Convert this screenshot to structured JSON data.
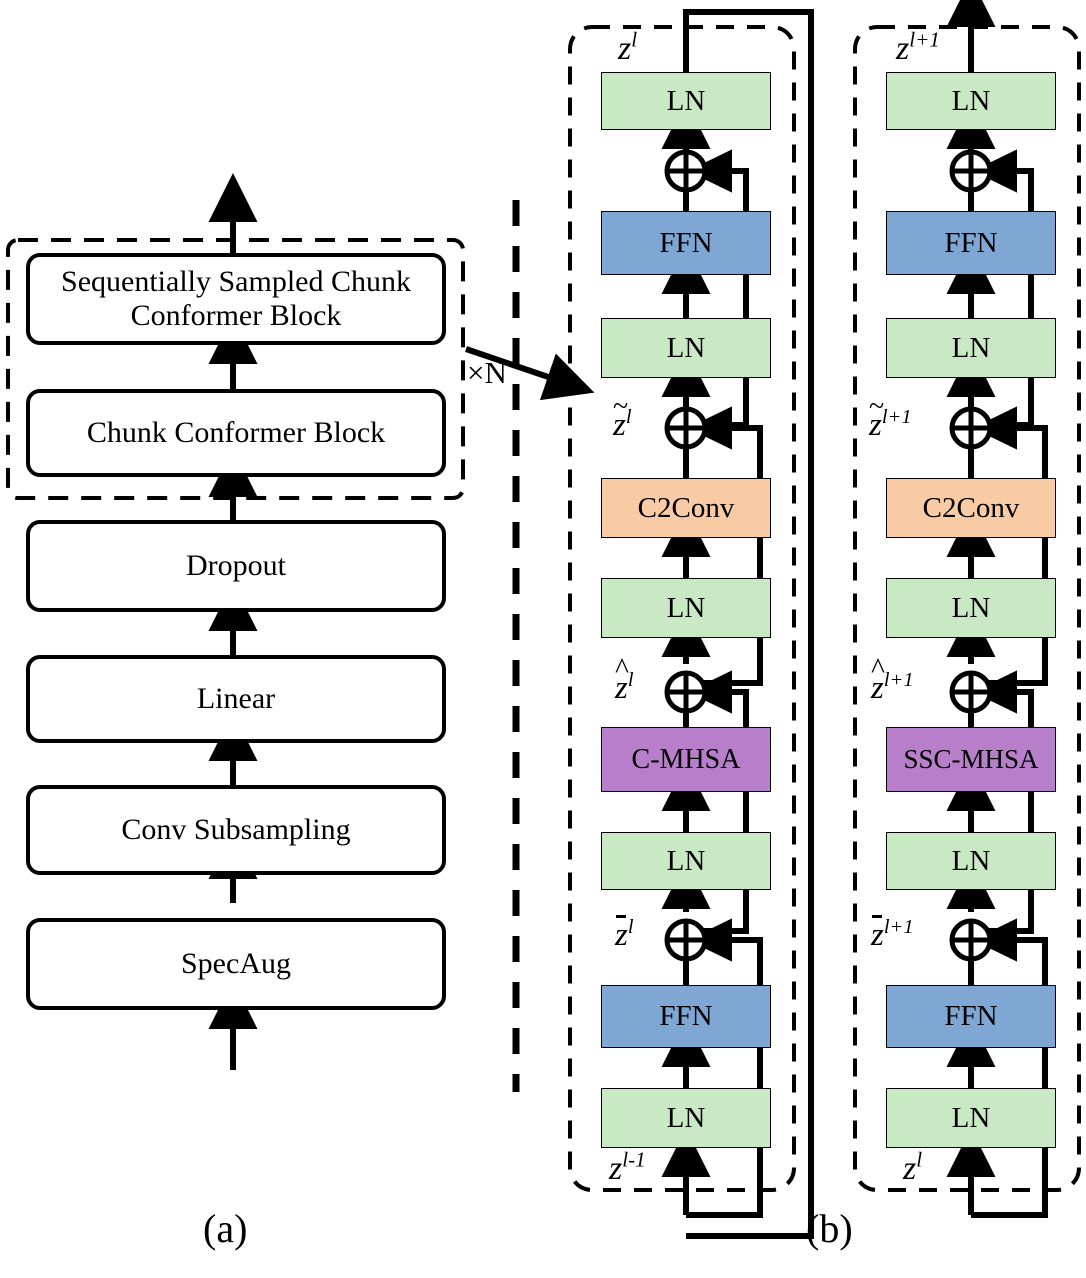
{
  "figure": {
    "captions": [
      {
        "id": "cap-a",
        "text": "(a)"
      },
      {
        "id": "cap-b",
        "text": "(b)"
      }
    ],
    "repeat_label": "×N"
  },
  "panel_a": {
    "name": "encoder-frontend-stack",
    "dashed_group_items": [
      {
        "id": "sequentially-sampled-chunk-conformer-block",
        "label": "Sequentially Sampled Chunk Conformer Block"
      },
      {
        "id": "chunk-conformer-block",
        "label": "Chunk Conformer Block"
      }
    ],
    "blocks": [
      {
        "id": "dropout",
        "label": "Dropout"
      },
      {
        "id": "linear",
        "label": "Linear"
      },
      {
        "id": "conv-subsampling",
        "label": "Conv Subsampling"
      },
      {
        "id": "specaug",
        "label": "SpecAug"
      }
    ]
  },
  "panel_b": {
    "name": "conformer-block-detail",
    "columns": [
      {
        "id": "layer-l",
        "input_label": "z",
        "input_sup": "l-1",
        "output_label": "z",
        "output_sup": "l",
        "intermediate_labels": [
          {
            "id": "zbar-l",
            "base": "z",
            "sup": "l",
            "accent": "bar"
          },
          {
            "id": "zhat-l",
            "base": "z",
            "sup": "l",
            "accent": "hat"
          },
          {
            "id": "ztilde-l",
            "base": "z",
            "sup": "l",
            "accent": "tilde"
          }
        ],
        "blocks": [
          {
            "id": "ln-1",
            "label": "LN",
            "color": "#c9e8c4"
          },
          {
            "id": "ffn-1",
            "label": "FFN",
            "color": "#7ea7d4"
          },
          {
            "id": "ln-2",
            "label": "LN",
            "color": "#c9e8c4"
          },
          {
            "id": "mhsa",
            "label": "C-MHSA",
            "color": "#b77fca"
          },
          {
            "id": "ln-3",
            "label": "LN",
            "color": "#c9e8c4"
          },
          {
            "id": "conv",
            "label": "C2Conv",
            "color": "#f9cba4"
          },
          {
            "id": "ln-4",
            "label": "LN",
            "color": "#c9e8c4"
          },
          {
            "id": "ffn-2",
            "label": "FFN",
            "color": "#7ea7d4"
          },
          {
            "id": "ln-5",
            "label": "LN",
            "color": "#c9e8c4"
          }
        ]
      },
      {
        "id": "layer-l-plus-1",
        "input_label": "z",
        "input_sup": "l",
        "output_label": "z",
        "output_sup": "l+1",
        "intermediate_labels": [
          {
            "id": "zbar-l1",
            "base": "z",
            "sup": "l+1",
            "accent": "bar"
          },
          {
            "id": "zhat-l1",
            "base": "z",
            "sup": "l+1",
            "accent": "hat"
          },
          {
            "id": "ztilde-l1",
            "base": "z",
            "sup": "l+1",
            "accent": "tilde"
          }
        ],
        "blocks": [
          {
            "id": "ln-1",
            "label": "LN",
            "color": "#c9e8c4"
          },
          {
            "id": "ffn-1",
            "label": "FFN",
            "color": "#7ea7d4"
          },
          {
            "id": "ln-2",
            "label": "LN",
            "color": "#c9e8c4"
          },
          {
            "id": "mhsa",
            "label": "SSC-MHSA",
            "color": "#b77fca"
          },
          {
            "id": "ln-3",
            "label": "LN",
            "color": "#c9e8c4"
          },
          {
            "id": "conv",
            "label": "C2Conv",
            "color": "#f9cba4"
          },
          {
            "id": "ln-4",
            "label": "LN",
            "color": "#c9e8c4"
          },
          {
            "id": "ffn-2",
            "label": "FFN",
            "color": "#7ea7d4"
          },
          {
            "id": "ln-5",
            "label": "LN",
            "color": "#c9e8c4"
          }
        ]
      }
    ],
    "adder_symbol": "⊕"
  },
  "colors": {
    "layernorm_green": "#c9e8c4",
    "ffn_blue": "#7ea7d4",
    "attention_purple": "#b77fca",
    "conv_orange": "#f9cba4",
    "stroke": "#000000",
    "background": "#ffffff"
  }
}
